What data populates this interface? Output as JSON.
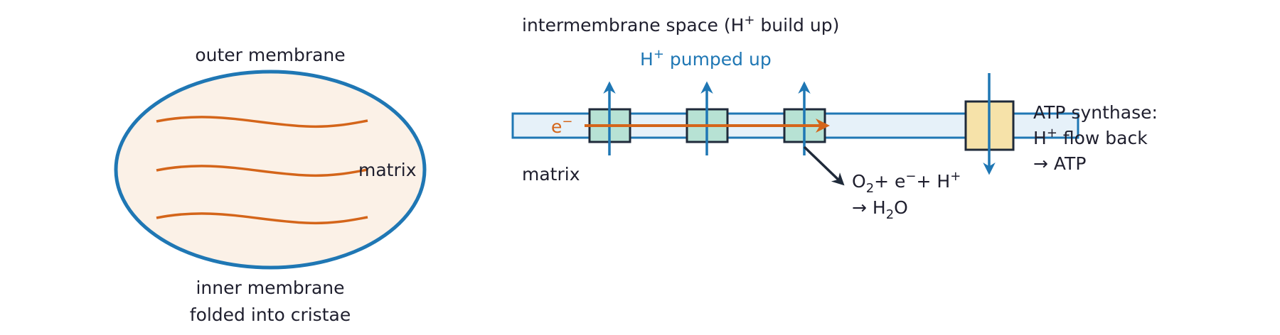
{
  "colors": {
    "membrane_blue": "#1f77b4",
    "matrix_fill": "#fbf1e7",
    "cristae_orange": "#d4651a",
    "band_fill": "#e6f1f9",
    "complex_fill": "#b7e2d4",
    "synthase_fill": "#f6e2a9",
    "dark": "#1f2a3a"
  },
  "mitochondrion": {
    "outer_label": "outer membrane",
    "matrix_label": "matrix",
    "inner_label_line1": "inner membrane",
    "inner_label_line2": "folded into cristae"
  },
  "etc": {
    "ims_title": "intermembrane space (H",
    "ims_title_sup": "+",
    "ims_title_tail": " build up)",
    "pumped_main": "H",
    "pumped_sup": "+",
    "pumped_tail": " pumped up",
    "electron_main": "e",
    "electron_sup": "−",
    "matrix_label": "matrix",
    "reaction": {
      "o_main": "O",
      "o_sub": "2",
      "mid": "+ e",
      "e_sup": "−",
      "plus_h": "+ H",
      "h_sup": "+",
      "arrow": "→ H",
      "h2o_sub": "2",
      "h2o_tail": "O"
    },
    "synthase": {
      "line1": "ATP synthase:",
      "line2_main": "H",
      "line2_sup": "+",
      "line2_tail": " flow back",
      "line3": "→ ATP"
    }
  }
}
